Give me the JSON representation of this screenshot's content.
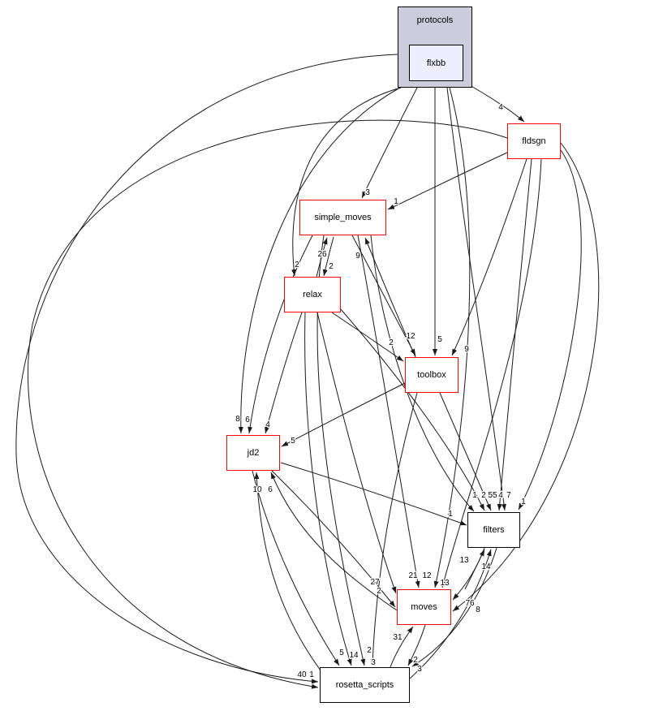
{
  "diagram": {
    "type": "directory-dependency-graph",
    "colors": {
      "cluster_fill": "#ccccdd",
      "current_node_fill": "#eeeeff",
      "dependency_border": "#ff0000",
      "plain_border": "#000000",
      "edge": "#1a1a1a"
    },
    "nodes": {
      "protocols": {
        "label": "protocols"
      },
      "flxbb": {
        "label": "flxbb"
      },
      "fldsgn": {
        "label": "fldsgn"
      },
      "simple_moves": {
        "label": "simple_moves"
      },
      "relax": {
        "label": "relax"
      },
      "toolbox": {
        "label": "toolbox"
      },
      "jd2": {
        "label": "jd2"
      },
      "filters": {
        "label": "filters"
      },
      "moves": {
        "label": "moves"
      },
      "rosetta_scripts": {
        "label": "rosetta_scripts"
      }
    },
    "edges": [
      {
        "from": "flxbb",
        "to": "fldsgn",
        "label": "4"
      },
      {
        "from": "flxbb",
        "to": "simple_moves",
        "label": "3"
      },
      {
        "from": "flxbb",
        "to": "relax",
        "label": "2"
      },
      {
        "from": "flxbb",
        "to": "toolbox",
        "label": "5"
      },
      {
        "from": "flxbb",
        "to": "jd2",
        "label": "8"
      },
      {
        "from": "flxbb",
        "to": "filters",
        "label": "7"
      },
      {
        "from": "flxbb",
        "to": "moves",
        "label": "12"
      },
      {
        "from": "flxbb",
        "to": "rosetta_scripts",
        "label": "1"
      },
      {
        "from": "fldsgn",
        "to": "simple_moves",
        "label": "1"
      },
      {
        "from": "fldsgn",
        "to": "toolbox",
        "label": "9"
      },
      {
        "from": "fldsgn",
        "to": "filters",
        "label": "4"
      },
      {
        "from": "fldsgn",
        "to": "filters",
        "label": "1"
      },
      {
        "from": "fldsgn",
        "to": "moves",
        "label": "13"
      },
      {
        "from": "fldsgn",
        "to": "moves",
        "label": "8"
      },
      {
        "from": "fldsgn",
        "to": "rosetta_scripts",
        "label": "40"
      },
      {
        "from": "simple_moves",
        "to": "relax",
        "label": "2"
      },
      {
        "from": "relax",
        "to": "simple_moves",
        "label": "26"
      },
      {
        "from": "toolbox",
        "to": "simple_moves",
        "label": "9"
      },
      {
        "from": "simple_moves",
        "to": "toolbox",
        "label": "12"
      },
      {
        "from": "relax",
        "to": "toolbox",
        "label": "2"
      },
      {
        "from": "simple_moves",
        "to": "jd2",
        "label": "6"
      },
      {
        "from": "relax",
        "to": "jd2",
        "label": "4"
      },
      {
        "from": "toolbox",
        "to": "jd2",
        "label": "5"
      },
      {
        "from": "simple_moves",
        "to": "filters",
        "label": "1"
      },
      {
        "from": "relax",
        "to": "filters",
        "label": "2"
      },
      {
        "from": "toolbox",
        "to": "filters",
        "label": "55"
      },
      {
        "from": "simple_moves",
        "to": "moves",
        "label": "21"
      },
      {
        "from": "relax",
        "to": "moves",
        "label": "27"
      },
      {
        "from": "jd2",
        "to": "moves",
        "label": "2"
      },
      {
        "from": "jd2",
        "to": "filters",
        "label": "1"
      },
      {
        "from": "moves",
        "to": "filters",
        "label": "13"
      },
      {
        "from": "filters",
        "to": "moves",
        "label": "76"
      },
      {
        "from": "rosetta_scripts",
        "to": "filters",
        "label": "14"
      },
      {
        "from": "filters",
        "to": "rosetta_scripts",
        "label": "3"
      },
      {
        "from": "moves",
        "to": "rosetta_scripts",
        "label": "2"
      },
      {
        "from": "rosetta_scripts",
        "to": "moves",
        "label": "31"
      },
      {
        "from": "moves",
        "to": "jd2",
        "label": "6"
      },
      {
        "from": "rosetta_scripts",
        "to": "jd2",
        "label": "10"
      },
      {
        "from": "jd2",
        "to": "rosetta_scripts",
        "label": "5"
      },
      {
        "from": "relax",
        "to": "rosetta_scripts",
        "label": "14"
      },
      {
        "from": "simple_moves",
        "to": "rosetta_scripts",
        "label": "2"
      },
      {
        "from": "toolbox",
        "to": "rosetta_scripts",
        "label": "3"
      }
    ]
  }
}
